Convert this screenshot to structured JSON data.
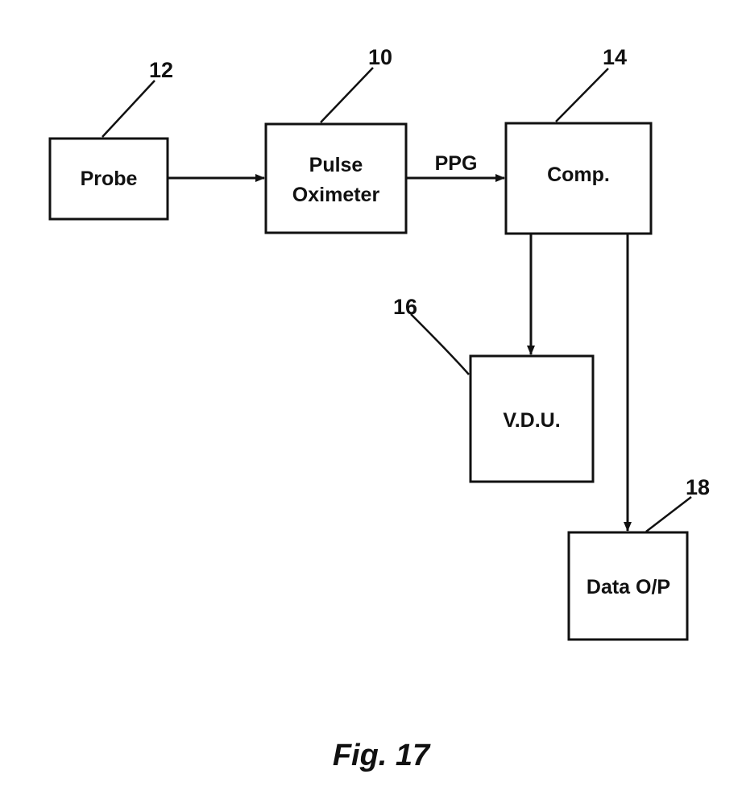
{
  "figure": {
    "caption": "Fig. 17"
  },
  "blocks": {
    "probe": {
      "label": "Probe",
      "ref": "12"
    },
    "pulse_oximeter": {
      "label_line1": "Pulse",
      "label_line2": "Oximeter",
      "ref": "10"
    },
    "comp": {
      "label": "Comp.",
      "ref": "14"
    },
    "vdu": {
      "label": "V.D.U.",
      "ref": "16"
    },
    "data_op": {
      "label": "Data O/P",
      "ref": "18"
    }
  },
  "connections": {
    "oximeter_to_comp_label": "PPG"
  }
}
